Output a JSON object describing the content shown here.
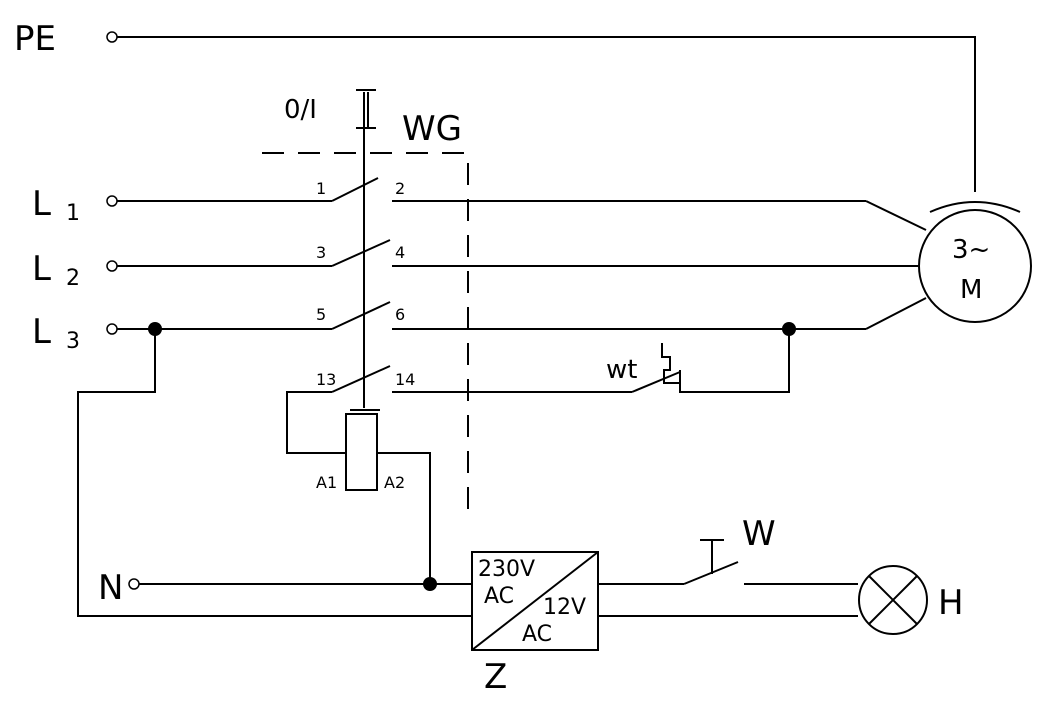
{
  "terminals": {
    "pe": "PE",
    "l1": "L",
    "l1_sub": "1",
    "l2": "L",
    "l2_sub": "2",
    "l3": "L",
    "l3_sub": "3",
    "n": "N"
  },
  "contactor": {
    "name": "WG",
    "switch_label": "0/I",
    "contacts": [
      "1",
      "2",
      "3",
      "4",
      "5",
      "6",
      "13",
      "14"
    ],
    "coil": [
      "A1",
      "A2"
    ]
  },
  "motor": {
    "line1": "3~",
    "line2": "M"
  },
  "thermal": "wt",
  "switch_w": "W",
  "lamp": "H",
  "transformer": {
    "name": "Z",
    "primary_voltage": "230V",
    "primary_type": "AC",
    "secondary_voltage": "12V",
    "secondary_type": "AC"
  }
}
